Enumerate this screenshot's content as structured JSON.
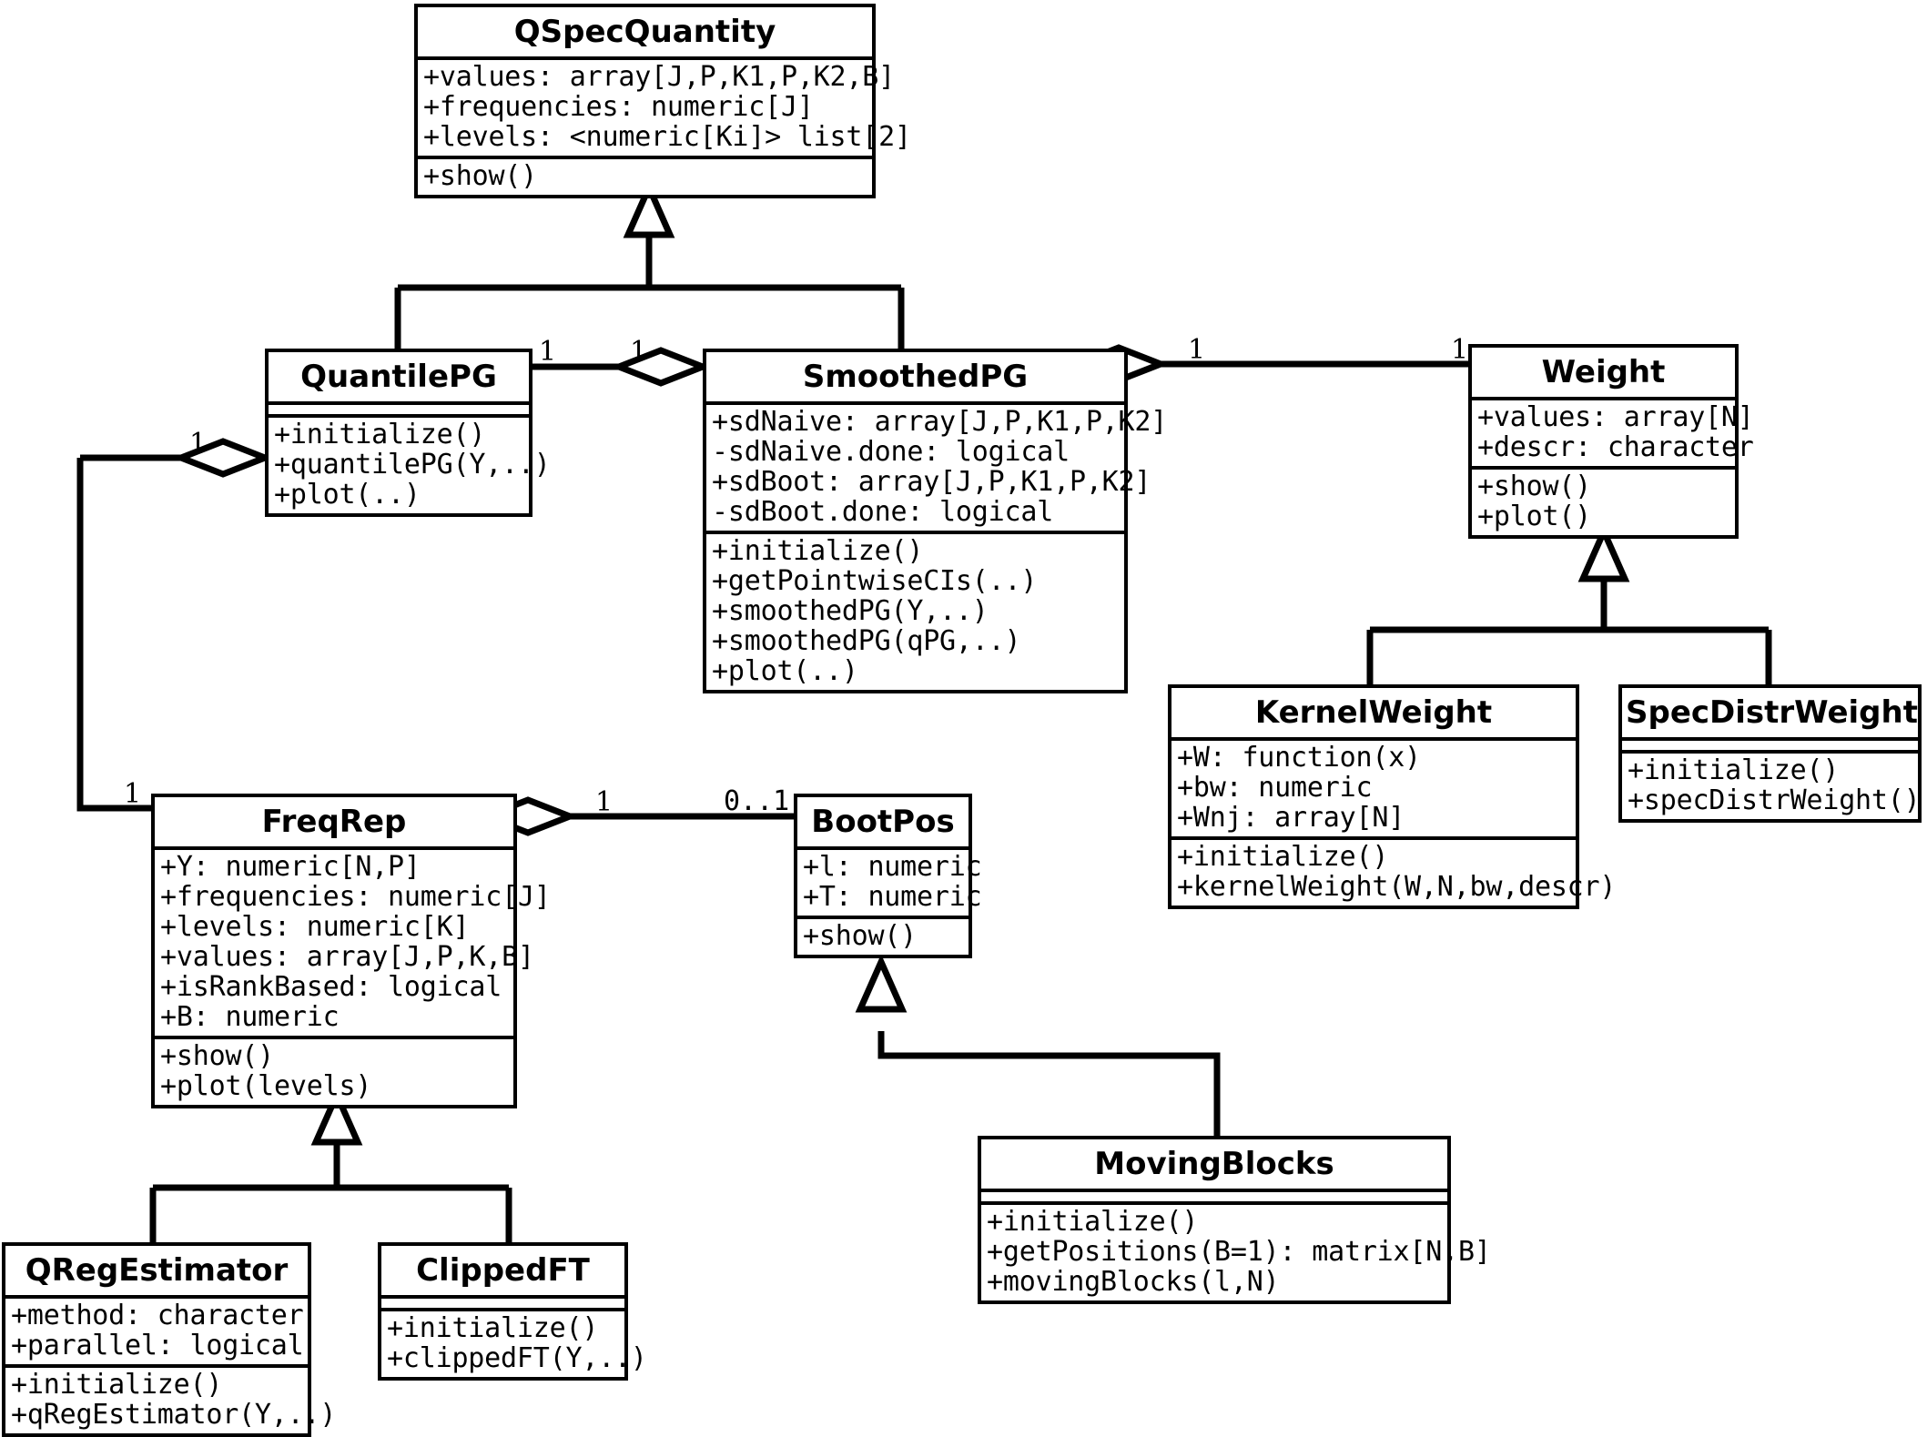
{
  "diagram": {
    "type": "uml-class-diagram",
    "title": "QSpecQuantity class hierarchy"
  },
  "classes": {
    "qspecquantity": {
      "name": "QSpecQuantity",
      "attributes": [
        "+values: array[J,P,K1,P,K2,B]",
        "+frequencies: numeric[J]",
        "+levels: <numeric[Ki]> list[2]"
      ],
      "methods": [
        "+show()"
      ]
    },
    "quantilepg": {
      "name": "QuantilePG",
      "attributes": [],
      "methods": [
        "+initialize()",
        "+quantilePG(Y,..)",
        "+plot(..)"
      ]
    },
    "smoothedpg": {
      "name": "SmoothedPG",
      "attributes": [
        "+sdNaive: array[J,P,K1,P,K2]",
        "-sdNaive.done: logical",
        "+sdBoot: array[J,P,K1,P,K2]",
        "-sdBoot.done: logical"
      ],
      "methods": [
        "+initialize()",
        "+getPointwiseCIs(..)",
        "+smoothedPG(Y,..)",
        "+smoothedPG(qPG,..)",
        "+plot(..)"
      ]
    },
    "weight": {
      "name": "Weight",
      "attributes": [
        "+values: array[N]",
        "+descr: character"
      ],
      "methods": [
        "+show()",
        "+plot()"
      ]
    },
    "kernelweight": {
      "name": "KernelWeight",
      "attributes": [
        "+W: function(x)",
        "+bw: numeric",
        "+Wnj: array[N]"
      ],
      "methods": [
        "+initialize()",
        "+kernelWeight(W,N,bw,descr)"
      ]
    },
    "specdistrweight": {
      "name": "SpecDistrWeight",
      "attributes": [],
      "methods": [
        "+initialize()",
        "+specDistrWeight()"
      ]
    },
    "freqrep": {
      "name": "FreqRep",
      "attributes": [
        "+Y: numeric[N,P]",
        "+frequencies: numeric[J]",
        "+levels: numeric[K]",
        "+values: array[J,P,K,B]",
        "+isRankBased: logical",
        "+B: numeric"
      ],
      "methods": [
        "+show()",
        "+plot(levels)"
      ]
    },
    "bootpos": {
      "name": "BootPos",
      "attributes": [
        "+l: numeric",
        "+T: numeric"
      ],
      "methods": [
        "+show()"
      ]
    },
    "movingblocks": {
      "name": "MovingBlocks",
      "attributes": [],
      "methods": [
        "+initialize()",
        "+getPositions(B=1): matrix[N,B]",
        "+movingBlocks(l,N)"
      ]
    },
    "qregestimator": {
      "name": "QRegEstimator",
      "attributes": [
        "+method: character",
        "+parallel: logical"
      ],
      "methods": [
        "+initialize()",
        "+qRegEstimator(Y,..)"
      ]
    },
    "clippedft": {
      "name": "ClippedFT",
      "attributes": [],
      "methods": [
        "+initialize()",
        "+clippedFT(Y,..)"
      ]
    }
  },
  "multiplicities": {
    "quantilepg_to_smoothedpg_src": "1",
    "quantilepg_to_smoothedpg_dst": "1",
    "smoothedpg_to_weight_src": "1",
    "smoothedpg_to_weight_dst": "1",
    "quantilepg_to_freqrep_src": "1",
    "quantilepg_to_freqrep_dst": "1",
    "freqrep_to_bootpos_src": "1",
    "freqrep_to_bootpos_dst": "0..1"
  },
  "relationships": [
    {
      "kind": "generalization",
      "from": "QuantilePG",
      "to": "QSpecQuantity"
    },
    {
      "kind": "generalization",
      "from": "SmoothedPG",
      "to": "QSpecQuantity"
    },
    {
      "kind": "generalization",
      "from": "KernelWeight",
      "to": "Weight"
    },
    {
      "kind": "generalization",
      "from": "SpecDistrWeight",
      "to": "Weight"
    },
    {
      "kind": "generalization",
      "from": "QRegEstimator",
      "to": "FreqRep"
    },
    {
      "kind": "generalization",
      "from": "ClippedFT",
      "to": "FreqRep"
    },
    {
      "kind": "generalization",
      "from": "MovingBlocks",
      "to": "BootPos"
    },
    {
      "kind": "aggregation",
      "from": "SmoothedPG",
      "to": "QuantilePG",
      "src_mult": "1",
      "dst_mult": "1"
    },
    {
      "kind": "aggregation",
      "from": "SmoothedPG",
      "to": "Weight",
      "src_mult": "1",
      "dst_mult": "1"
    },
    {
      "kind": "aggregation",
      "from": "QuantilePG",
      "to": "FreqRep",
      "src_mult": "1",
      "dst_mult": "1"
    },
    {
      "kind": "aggregation",
      "from": "FreqRep",
      "to": "BootPos",
      "src_mult": "1",
      "dst_mult": "0..1"
    }
  ],
  "style": {
    "line_color": "#000000",
    "fill_color": "#ffffff"
  }
}
